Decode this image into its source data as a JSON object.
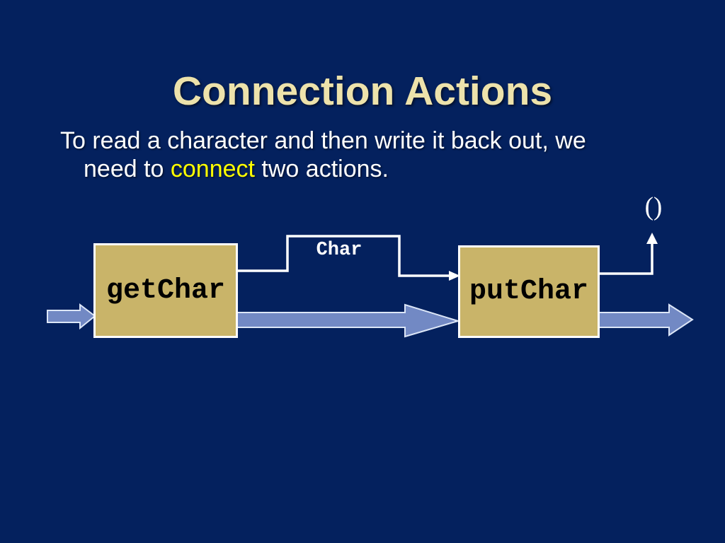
{
  "slide": {
    "title": "Connection Actions",
    "body": {
      "line1": "To read a character and then write it back out, we",
      "line2_prefix": "need to ",
      "line2_highlight": "connect",
      "line2_suffix": " two actions."
    }
  },
  "diagram": {
    "input_box_label": "getChar",
    "output_box_label": "putChar",
    "wire_label": "Char",
    "unit_result_label": "()"
  },
  "colors": {
    "background": "#04215E",
    "title_text": "#EDE2AB",
    "body_text": "#FFFFFF",
    "highlight_text": "#FFFF00",
    "box_fill": "#C9B469",
    "box_border": "#FFFFFF",
    "box_text": "#000000",
    "flow_arrow_fill": "#7289C4",
    "flow_arrow_stroke": "#DCE6F7",
    "connector": "#FFFFFF"
  }
}
